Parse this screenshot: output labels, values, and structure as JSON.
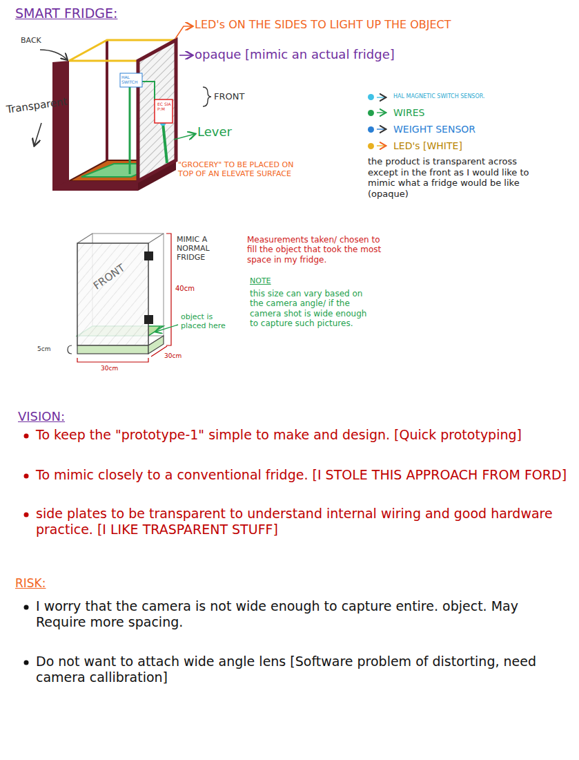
{
  "diagram": {
    "title": "SMART FRIDGE:",
    "labels": [
      "BACK",
      "LED's ON THE SIDES TO LIGHT UP THE OBJECT",
      "opaque [mimic an actual fridge]",
      "FRONT",
      "HAL SWITCH",
      "EC SIA P:M",
      "Lever",
      "Transparent",
      "\"GROCERY\" TO BE PLACED ON TOP OF AN ELEVATE SURFACE",
      "the product is transparent across except in the front as I would like to mimic what a fridge would be like (opaque)",
      "MIMIC A NORMAL FRIDGE",
      "FRONT",
      "40cm",
      "object is placed here",
      "5cm",
      "30cm",
      "30cm",
      "Measurements taken/ chosen to fill the object that took the most space in my fridge.",
      "NOTE",
      "this size can vary based on the camera angle/ if the camera shot is wide enough to capture such pictures.",
      "VISION:",
      "To keep the \"prototype-1\" simple to make and design. [Quick prototyping]",
      "To mimic closely to a conventional fridge. [I STOLE THIS APPROACH FROM FORD]",
      "side plates to be transparent to understand internal wiring and good hardware practice. [I LIKE TRASPARENT STUFF]",
      "RISK:",
      "I worry that the camera is not wide enough to capture entire. object. May Require more spacing.",
      "Do not want to attach wide angle lens [Software problem of distorting, need camera callibration]"
    ],
    "legend": [
      {
        "text": "HAL MAGNETIC SWITCH SENSOR.",
        "color": "#3fc1e6"
      },
      {
        "text": "WIRES",
        "color": "#22a14c"
      },
      {
        "text": "WEIGHT SENSOR",
        "color": "#2a7fd4"
      },
      {
        "text": "LED's [WHITE]",
        "color": "#e8b020"
      }
    ]
  }
}
